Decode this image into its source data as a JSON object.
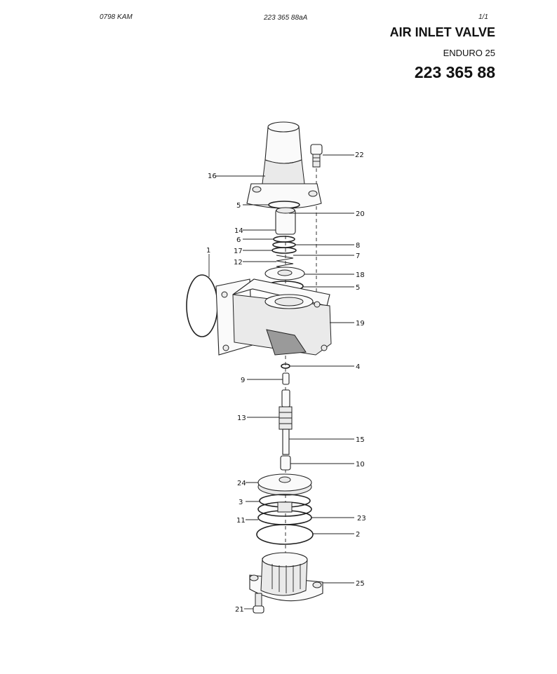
{
  "header": {
    "left": "0798 KAM",
    "center": "223 365 88aA",
    "right": "1/1"
  },
  "title": "AIR INLET VALVE",
  "model": "ENDURO 25",
  "part_number": "223 365 88",
  "callouts": {
    "c1": "1",
    "c2": "2",
    "c3": "3",
    "c4": "4",
    "c5a": "5",
    "c5b": "5",
    "c6": "6",
    "c7": "7",
    "c8": "8",
    "c9": "9",
    "c10": "10",
    "c11": "11",
    "c12": "12",
    "c13": "13",
    "c14": "14",
    "c15": "15",
    "c16": "16",
    "c17": "17",
    "c18": "18",
    "c19": "19",
    "c20": "20",
    "c21": "21",
    "c22": "22",
    "c23": "23",
    "c24": "24",
    "c25": "25"
  }
}
